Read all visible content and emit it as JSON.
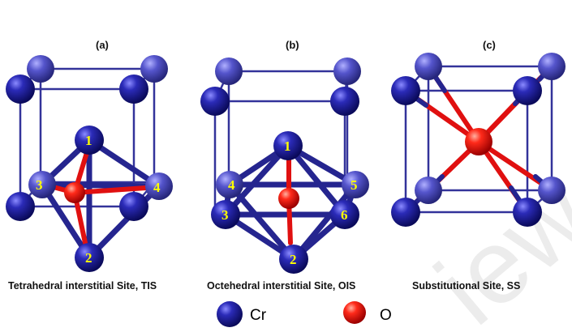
{
  "panels": [
    {
      "letter": "(a)",
      "caption": "Tetrahedral interstitial Site, TIS",
      "labels": [
        "1",
        "2",
        "3",
        "4"
      ]
    },
    {
      "letter": "(b)",
      "caption": "Octehedral interstitial Site, OIS",
      "labels": [
        "1",
        "2",
        "3",
        "4",
        "5",
        "6"
      ]
    },
    {
      "letter": "(c)",
      "caption": "Substitutional Site, SS"
    }
  ],
  "legend": {
    "cr": "Cr",
    "o": "O"
  },
  "colors": {
    "cr": "#1f1f8f",
    "o": "#e01010",
    "bond": "#25258f",
    "frame": "#33339a"
  }
}
